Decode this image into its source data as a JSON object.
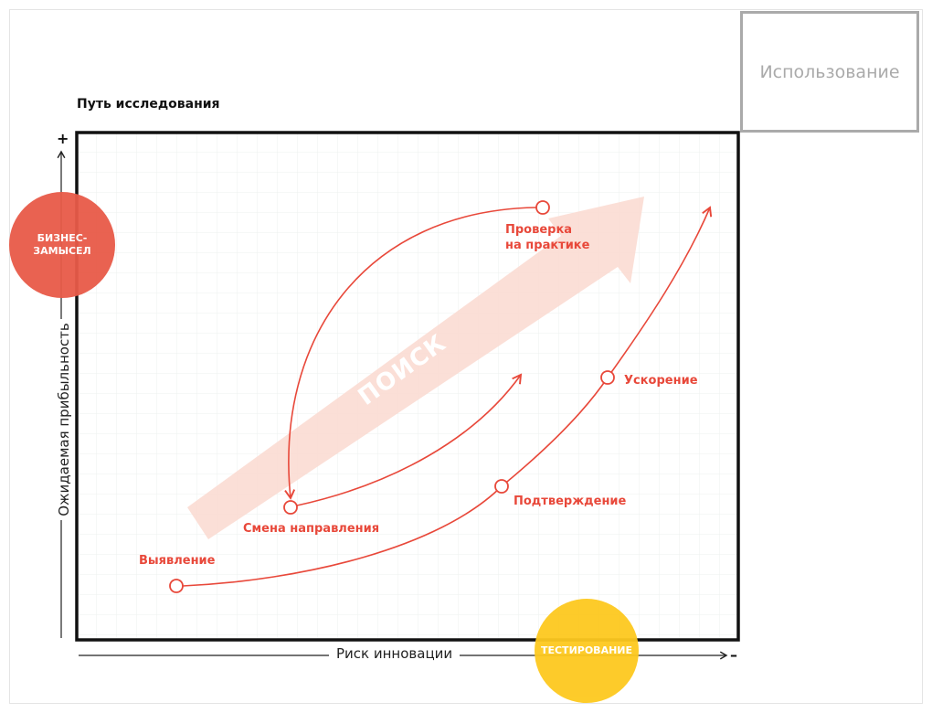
{
  "usage_box": {
    "label": "Использование"
  },
  "title": "Путь исследования",
  "axes": {
    "y_label": "Ожидаемая прибыльность",
    "x_label": "Риск инновации",
    "y_plus": "+",
    "x_minus": "–"
  },
  "circles": {
    "business": "БИЗНЕС-\nЗАМЫСЕЛ",
    "testing": "ТЕСТИРОВАНИЕ"
  },
  "big_arrow": {
    "label": "ПОИСК"
  },
  "points": {
    "discovery": "Выявление",
    "pivot": "Смена направления",
    "validation": "Проверка\nна практике",
    "confirmation": "Подтверждение",
    "acceleration": "Ускорение"
  },
  "colors": {
    "accent": "#e8483a",
    "business": "#e85a48",
    "testing": "#fdc91f",
    "arrow": "#fbdcd3"
  }
}
